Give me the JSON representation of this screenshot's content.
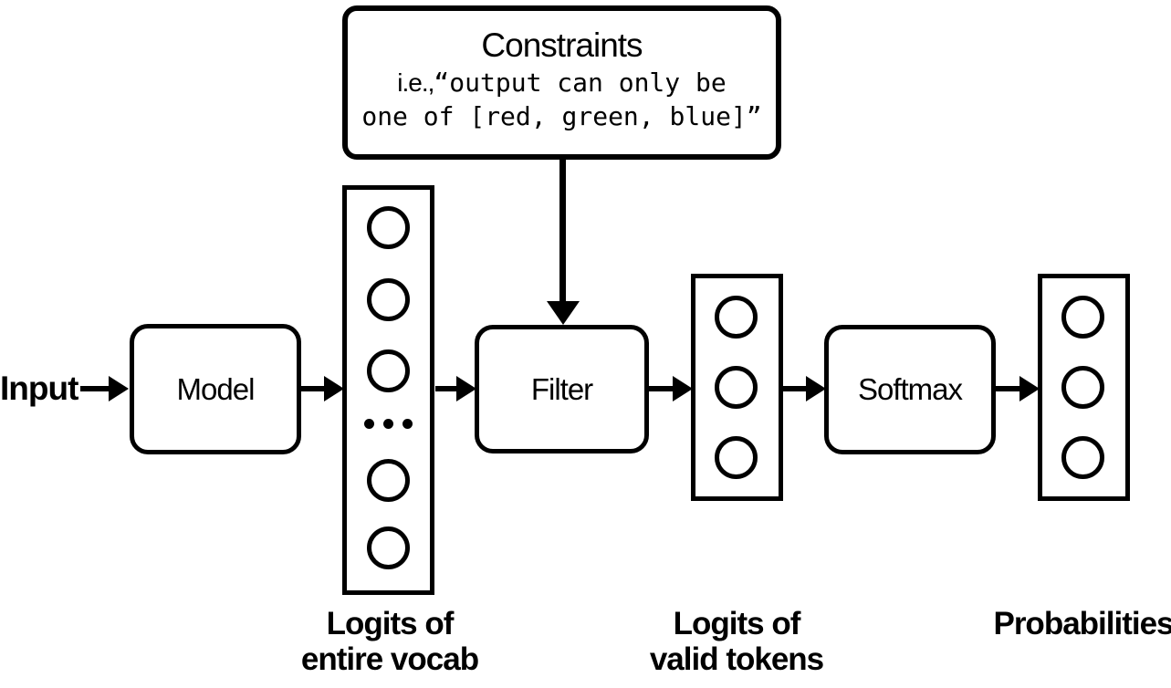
{
  "diagram": {
    "input_label": "Input",
    "nodes": {
      "model": "Model",
      "filter": "Filter",
      "softmax": "Softmax"
    },
    "constraints": {
      "title": "Constraints",
      "prefix": "i.e.,",
      "line1_mono": "“output can only be",
      "line2_mono": "one of [red, green, blue]”"
    },
    "labels": {
      "vocab_line1": "Logits of",
      "vocab_line2": "entire vocab",
      "valid_line1": "Logits of",
      "valid_line2": "valid tokens",
      "probabilities": "Probabilities"
    },
    "colors": {
      "stroke": "#000000",
      "background": "#ffffff"
    }
  }
}
